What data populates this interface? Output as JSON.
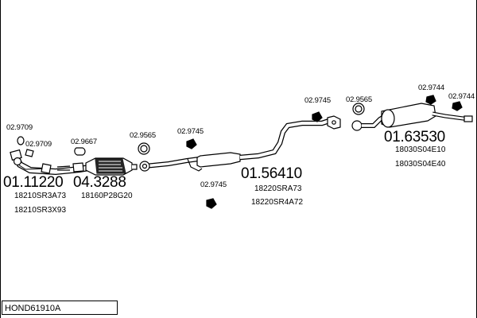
{
  "drawing_code": "HOND61910A",
  "parts": [
    {
      "id": "front-pipe",
      "main_code": "01.11220",
      "oem": [
        "18210SR3A73",
        "18210SR3X93"
      ]
    },
    {
      "id": "catalytic-converter",
      "main_code": "04.3288",
      "oem": [
        "18160P28G20"
      ]
    },
    {
      "id": "middle-silencer",
      "main_code": "01.56410",
      "oem": [
        "18220SRA73",
        "18220SR4A72"
      ]
    },
    {
      "id": "rear-silencer",
      "main_code": "01.63530",
      "oem": [
        "18030S04E10",
        "18030S04E40"
      ]
    }
  ],
  "accessories": [
    {
      "id": "acc-front-1",
      "code": "02.9709"
    },
    {
      "id": "acc-front-2",
      "code": "02.9709"
    },
    {
      "id": "acc-cat",
      "code": "02.9667"
    },
    {
      "id": "acc-gasket-1",
      "code": "02.9565"
    },
    {
      "id": "acc-hanger-1",
      "code": "02.9745"
    },
    {
      "id": "acc-hanger-2",
      "code": "02.9745"
    },
    {
      "id": "acc-hanger-3",
      "code": "02.9745"
    },
    {
      "id": "acc-gasket-2",
      "code": "02.9565"
    },
    {
      "id": "acc-hanger-4",
      "code": "02.9744"
    },
    {
      "id": "acc-hanger-5",
      "code": "02.9744"
    }
  ]
}
